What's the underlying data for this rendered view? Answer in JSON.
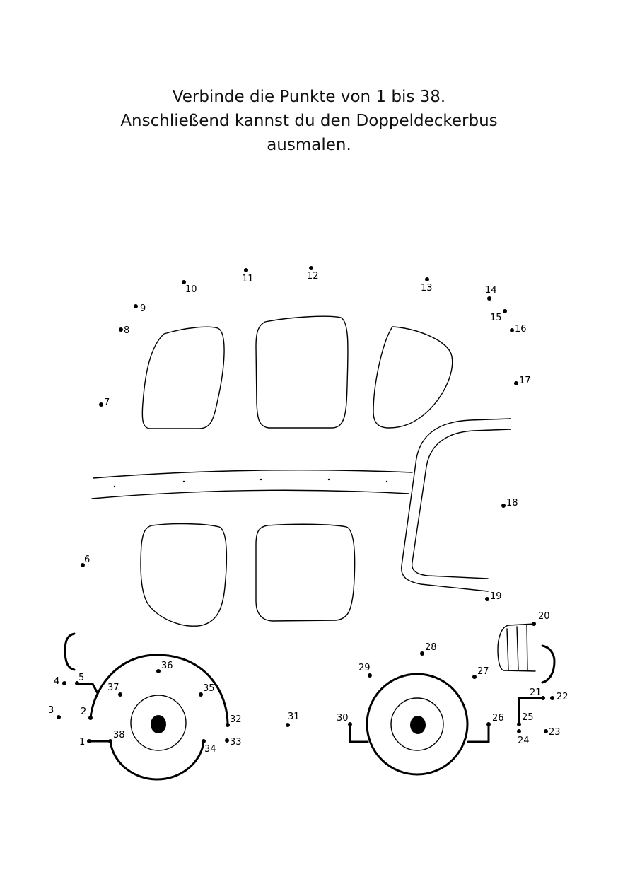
{
  "instructions": {
    "line1": "Verbinde die Punkte von 1 bis 38.",
    "line2": "Anschließend kannst du den Doppeldeckerbus",
    "line3": "ausmalen."
  },
  "dots": [
    {
      "label": "1"
    },
    {
      "label": "2"
    },
    {
      "label": "3"
    },
    {
      "label": "4"
    },
    {
      "label": "5"
    },
    {
      "label": "6"
    },
    {
      "label": "7"
    },
    {
      "label": "8"
    },
    {
      "label": "9"
    },
    {
      "label": "10"
    },
    {
      "label": "11"
    },
    {
      "label": "12"
    },
    {
      "label": "13"
    },
    {
      "label": "14"
    },
    {
      "label": "15"
    },
    {
      "label": "16"
    },
    {
      "label": "17"
    },
    {
      "label": "18"
    },
    {
      "label": "19"
    },
    {
      "label": "20"
    },
    {
      "label": "21"
    },
    {
      "label": "22"
    },
    {
      "label": "23"
    },
    {
      "label": "24"
    },
    {
      "label": "25"
    },
    {
      "label": "26"
    },
    {
      "label": "27"
    },
    {
      "label": "28"
    },
    {
      "label": "29"
    },
    {
      "label": "30"
    },
    {
      "label": "31"
    },
    {
      "label": "32"
    },
    {
      "label": "33"
    },
    {
      "label": "34"
    },
    {
      "label": "35"
    },
    {
      "label": "36"
    },
    {
      "label": "37"
    },
    {
      "label": "38"
    }
  ],
  "colors": {
    "ink": "#000000",
    "paper": "#ffffff"
  }
}
